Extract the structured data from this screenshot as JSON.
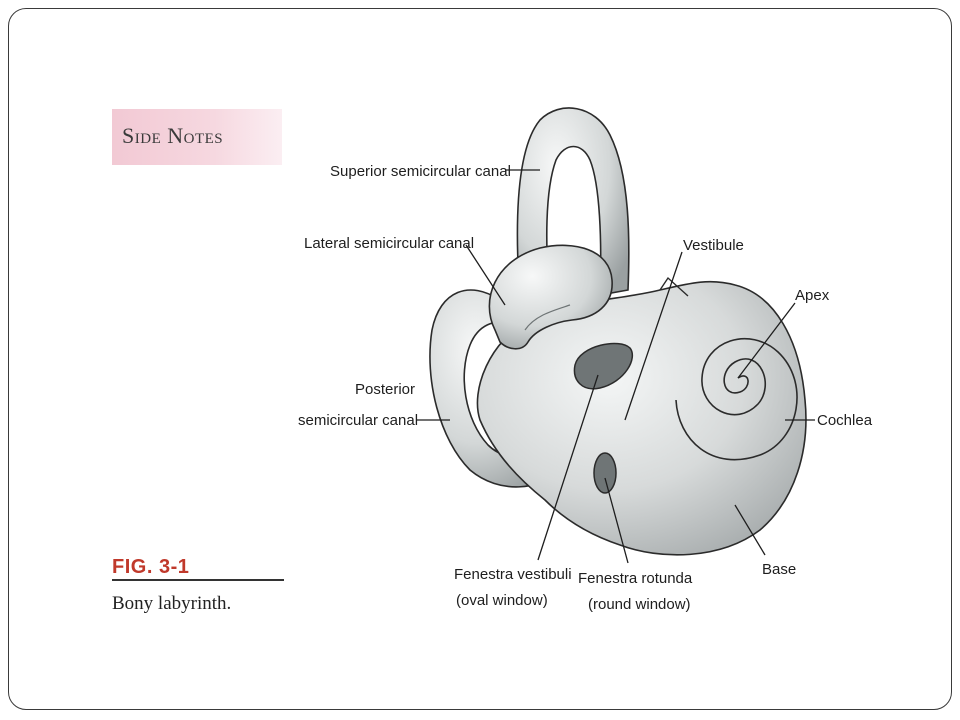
{
  "side_notes": {
    "title": "Side Notes"
  },
  "figure": {
    "number": "FIG. 3-1",
    "caption": "Bony labyrinth."
  },
  "labels": {
    "superior_canal": "Superior semicircular canal",
    "lateral_canal": "Lateral semicircular canal",
    "posterior_canal_line1": "Posterior",
    "posterior_canal_line2": "semicircular canal",
    "vestibule": "Vestibule",
    "apex": "Apex",
    "cochlea": "Cochlea",
    "base": "Base",
    "fenestra_vestibuli_line1": "Fenestra vestibuli",
    "fenestra_vestibuli_line2": "(oval window)",
    "fenestra_rotunda_line1": "Fenestra rotunda",
    "fenestra_rotunda_line2": "(round window)"
  },
  "colors": {
    "bone_fill": "#d9dcdc",
    "bone_shadow": "#9ea3a4",
    "outline": "#2b2b2b",
    "pink_band": "#f2c9d4",
    "fig_red": "#c0392b"
  }
}
